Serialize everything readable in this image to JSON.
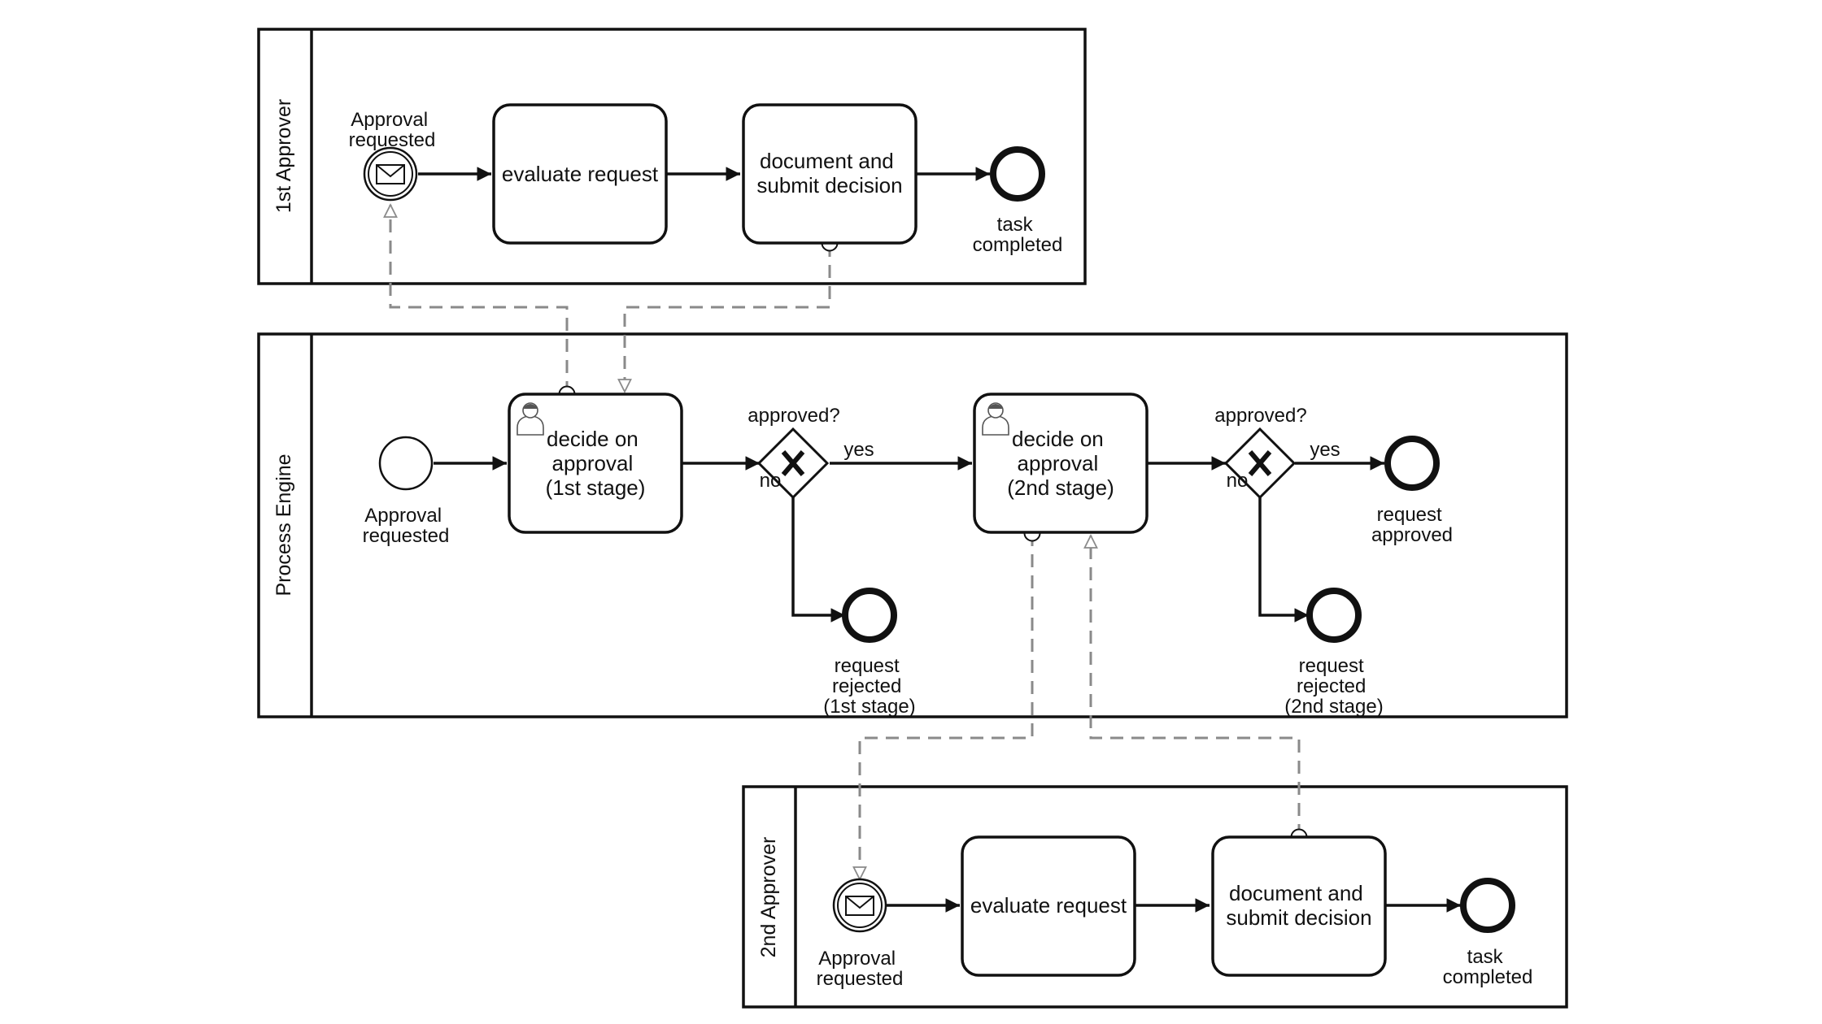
{
  "pools": {
    "first_approver": {
      "title": "1st Approver",
      "start_label": [
        "Approval",
        "requested"
      ],
      "evaluate_label": [
        "evaluate request"
      ],
      "document_label": [
        "document and",
        "submit decision"
      ],
      "end_label": [
        "task",
        "completed"
      ]
    },
    "process_engine": {
      "title": "Process Engine",
      "start_label": [
        "Approval",
        "requested"
      ],
      "decide1_label": [
        "decide on",
        "approval",
        "(1st stage)"
      ],
      "gateway1_question": "approved?",
      "gateway1_yes": "yes",
      "gateway1_no": "no",
      "rejected1_label": [
        "request",
        "rejected",
        "(1st stage)"
      ],
      "decide2_label": [
        "decide on",
        "approval",
        "(2nd stage)"
      ],
      "gateway2_question": "approved?",
      "gateway2_yes": "yes",
      "gateway2_no": "no",
      "approved_label": [
        "request",
        "approved"
      ],
      "rejected2_label": [
        "request",
        "rejected",
        "(2nd stage)"
      ]
    },
    "second_approver": {
      "title": "2nd Approver",
      "start_label": [
        "Approval",
        "requested"
      ],
      "evaluate_label": [
        "evaluate request"
      ],
      "document_label": [
        "document and",
        "submit decision"
      ],
      "end_label": [
        "task",
        "completed"
      ]
    }
  },
  "icons": {
    "message_start": "envelope-icon",
    "user_task": "user-icon",
    "gateway_marker": "x-icon"
  },
  "colors": {
    "stroke": "#111111",
    "message_flow": "#8a8a8a",
    "background": "#ffffff"
  }
}
